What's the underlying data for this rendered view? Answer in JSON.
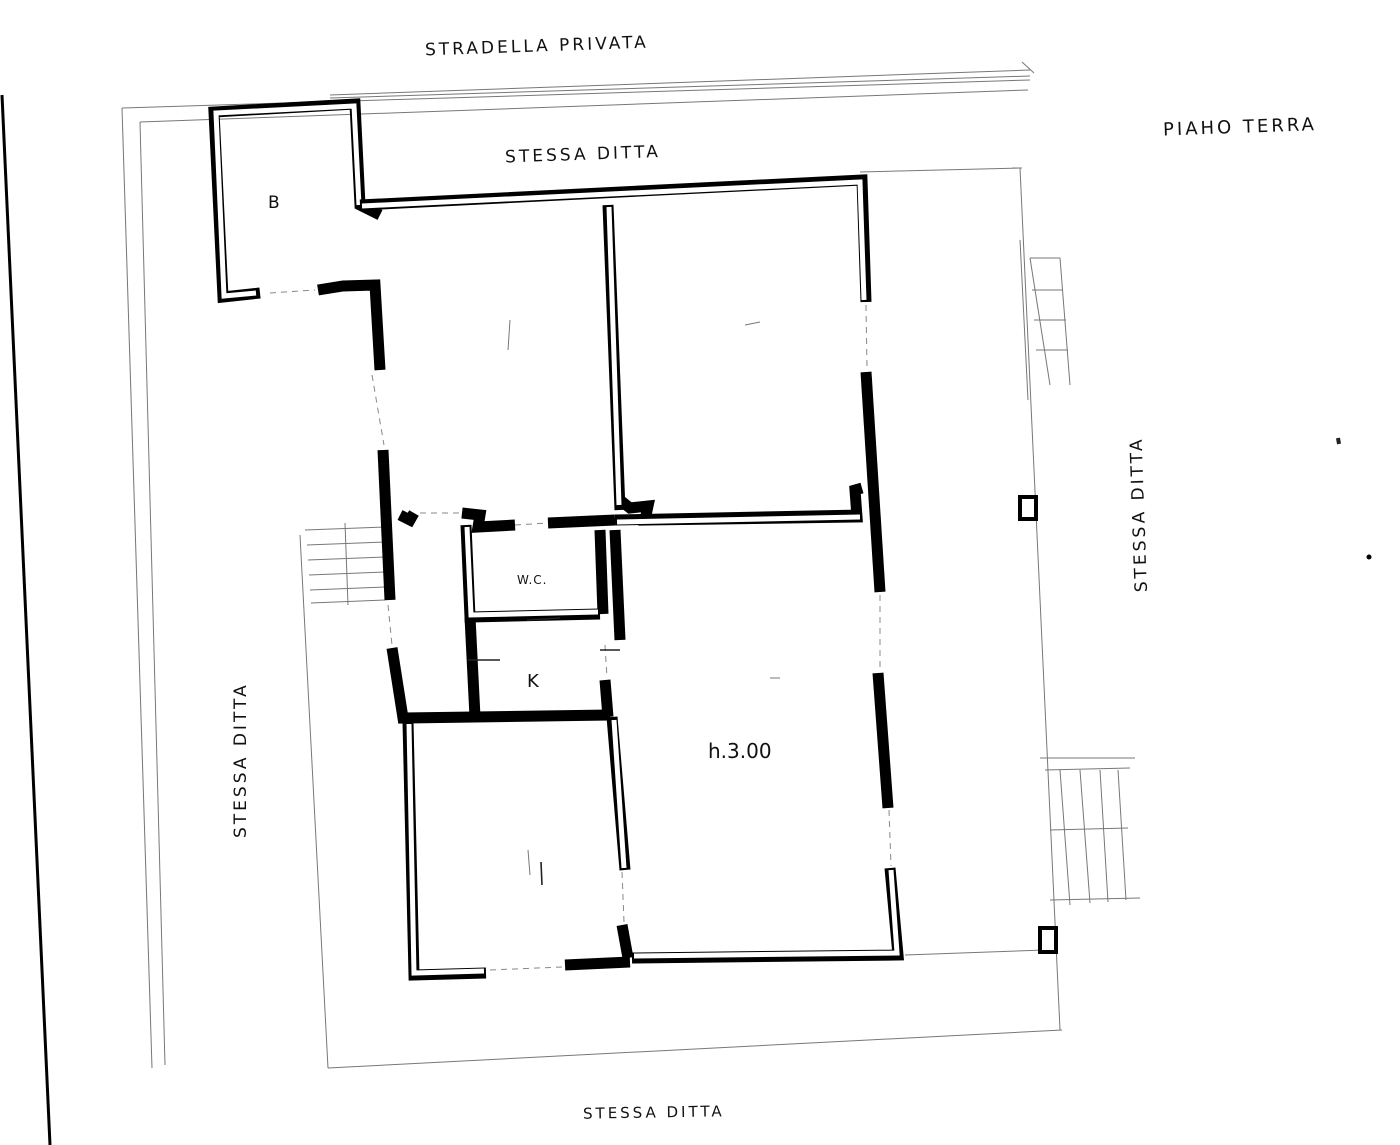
{
  "labels": {
    "top_road": "STRADELLA PRIVATA",
    "top_neighbour": "STESSA DITTA",
    "floor": "PIAHO TERRA",
    "right_neighbour": "STESSA DITTA",
    "left_neighbour": "STESSA DITTA",
    "bottom_neighbour": "STESSA DITTA"
  },
  "rooms": {
    "b": "B",
    "wc": "W.C.",
    "k": "K",
    "height": "h.3.00"
  }
}
